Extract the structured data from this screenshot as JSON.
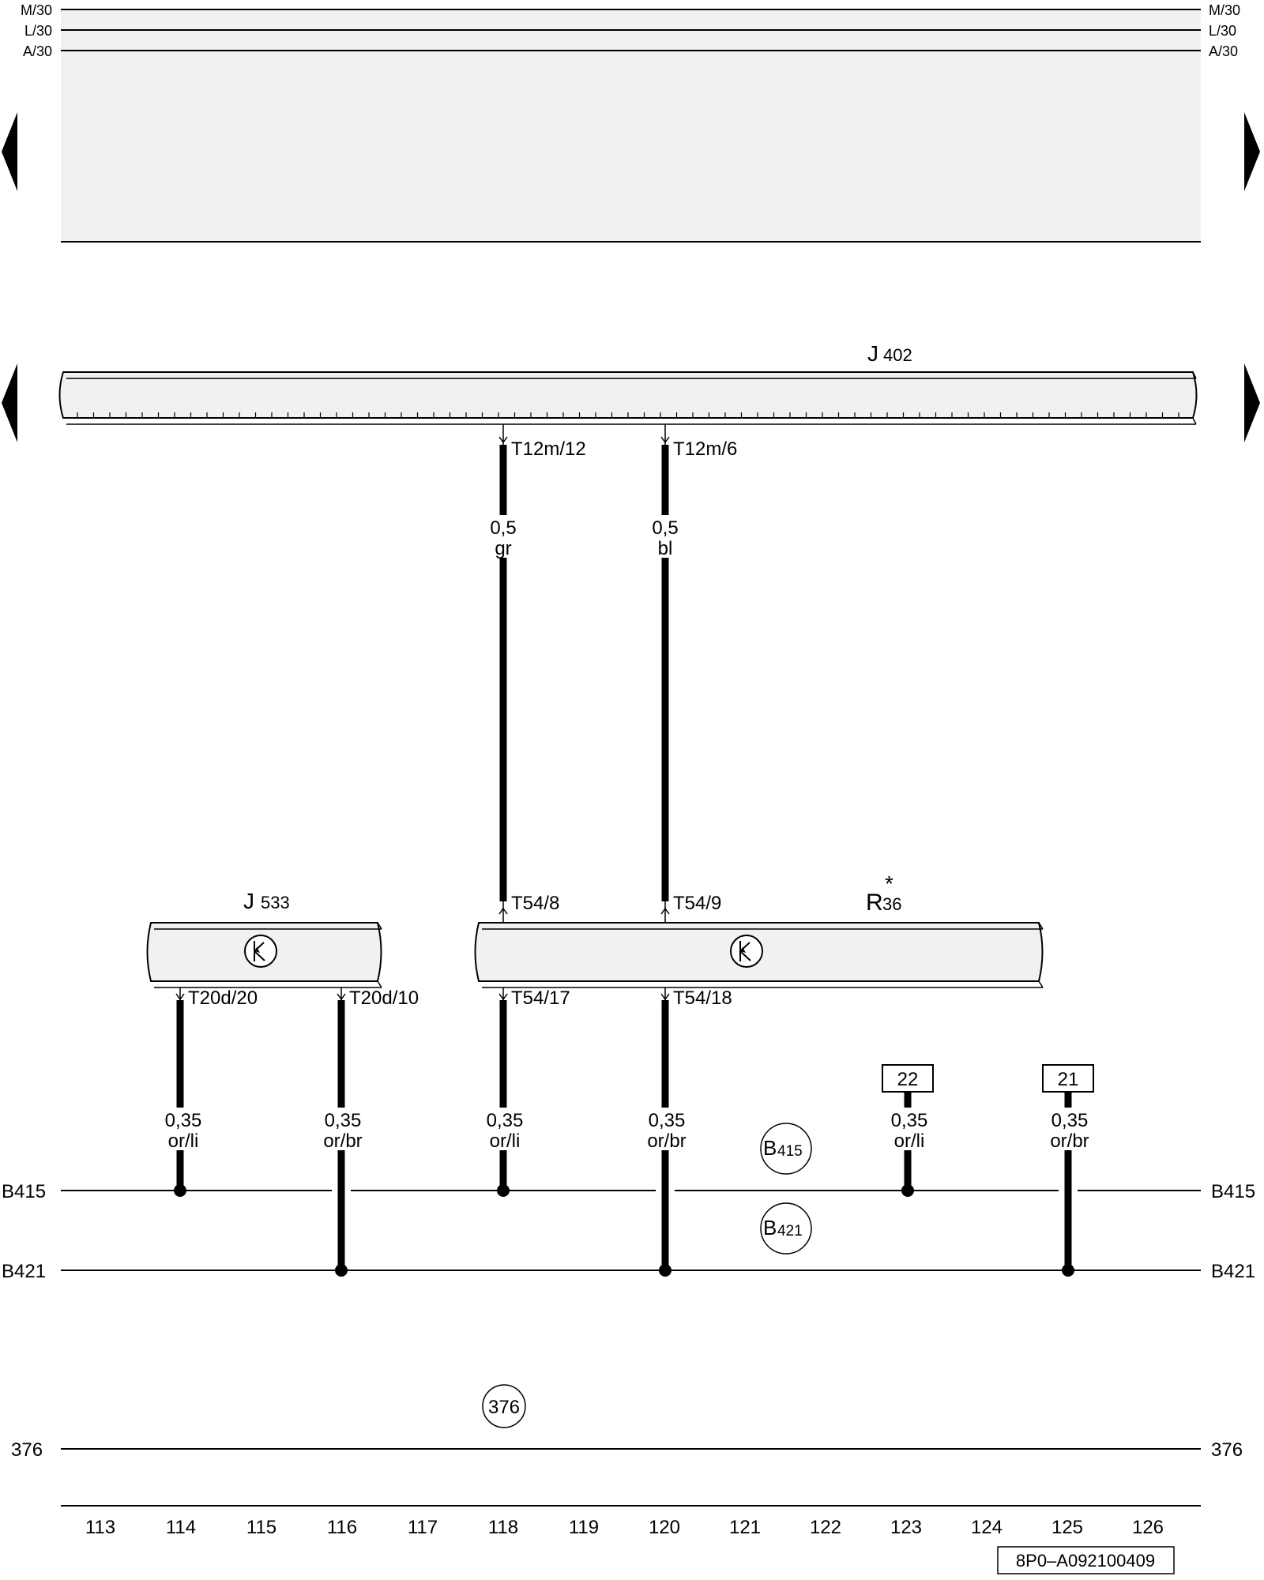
{
  "rails": {
    "top": [
      "M/30",
      "L/30",
      "A/30"
    ],
    "b415": "B415",
    "b421": "B421",
    "r376": "376"
  },
  "components": {
    "j402": {
      "letter": "J",
      "number": "402"
    },
    "j533": {
      "letter": "J",
      "number": "533"
    },
    "r36": {
      "letter": "R",
      "number": "36",
      "mark": "*"
    }
  },
  "wires_upper": [
    {
      "pin_top": "T12m/12",
      "size": "0,5",
      "color": "gr",
      "pin_bottom": "T54/8"
    },
    {
      "pin_top": "T12m/6",
      "size": "0,5",
      "color": "bl",
      "pin_bottom": "T54/9"
    }
  ],
  "wires_lower": [
    {
      "pin": "T20d/20",
      "size": "0,35",
      "color": "or/li"
    },
    {
      "pin": "T20d/10",
      "size": "0,35",
      "color": "or/br"
    },
    {
      "pin": "T54/17",
      "size": "0,35",
      "color": "or/li"
    },
    {
      "pin": "T54/18",
      "size": "0,35",
      "color": "or/br"
    },
    {
      "ref": "22",
      "size": "0,35",
      "color": "or/li"
    },
    {
      "ref": "21",
      "size": "0,35",
      "color": "or/br"
    }
  ],
  "circles": {
    "b415": {
      "letter": "B",
      "number": "415"
    },
    "b421": {
      "letter": "B",
      "number": "421"
    },
    "c376": "376"
  },
  "columns": [
    "113",
    "114",
    "115",
    "116",
    "117",
    "118",
    "119",
    "120",
    "121",
    "122",
    "123",
    "124",
    "125",
    "126"
  ],
  "doc_code": "8P0–A092100409"
}
